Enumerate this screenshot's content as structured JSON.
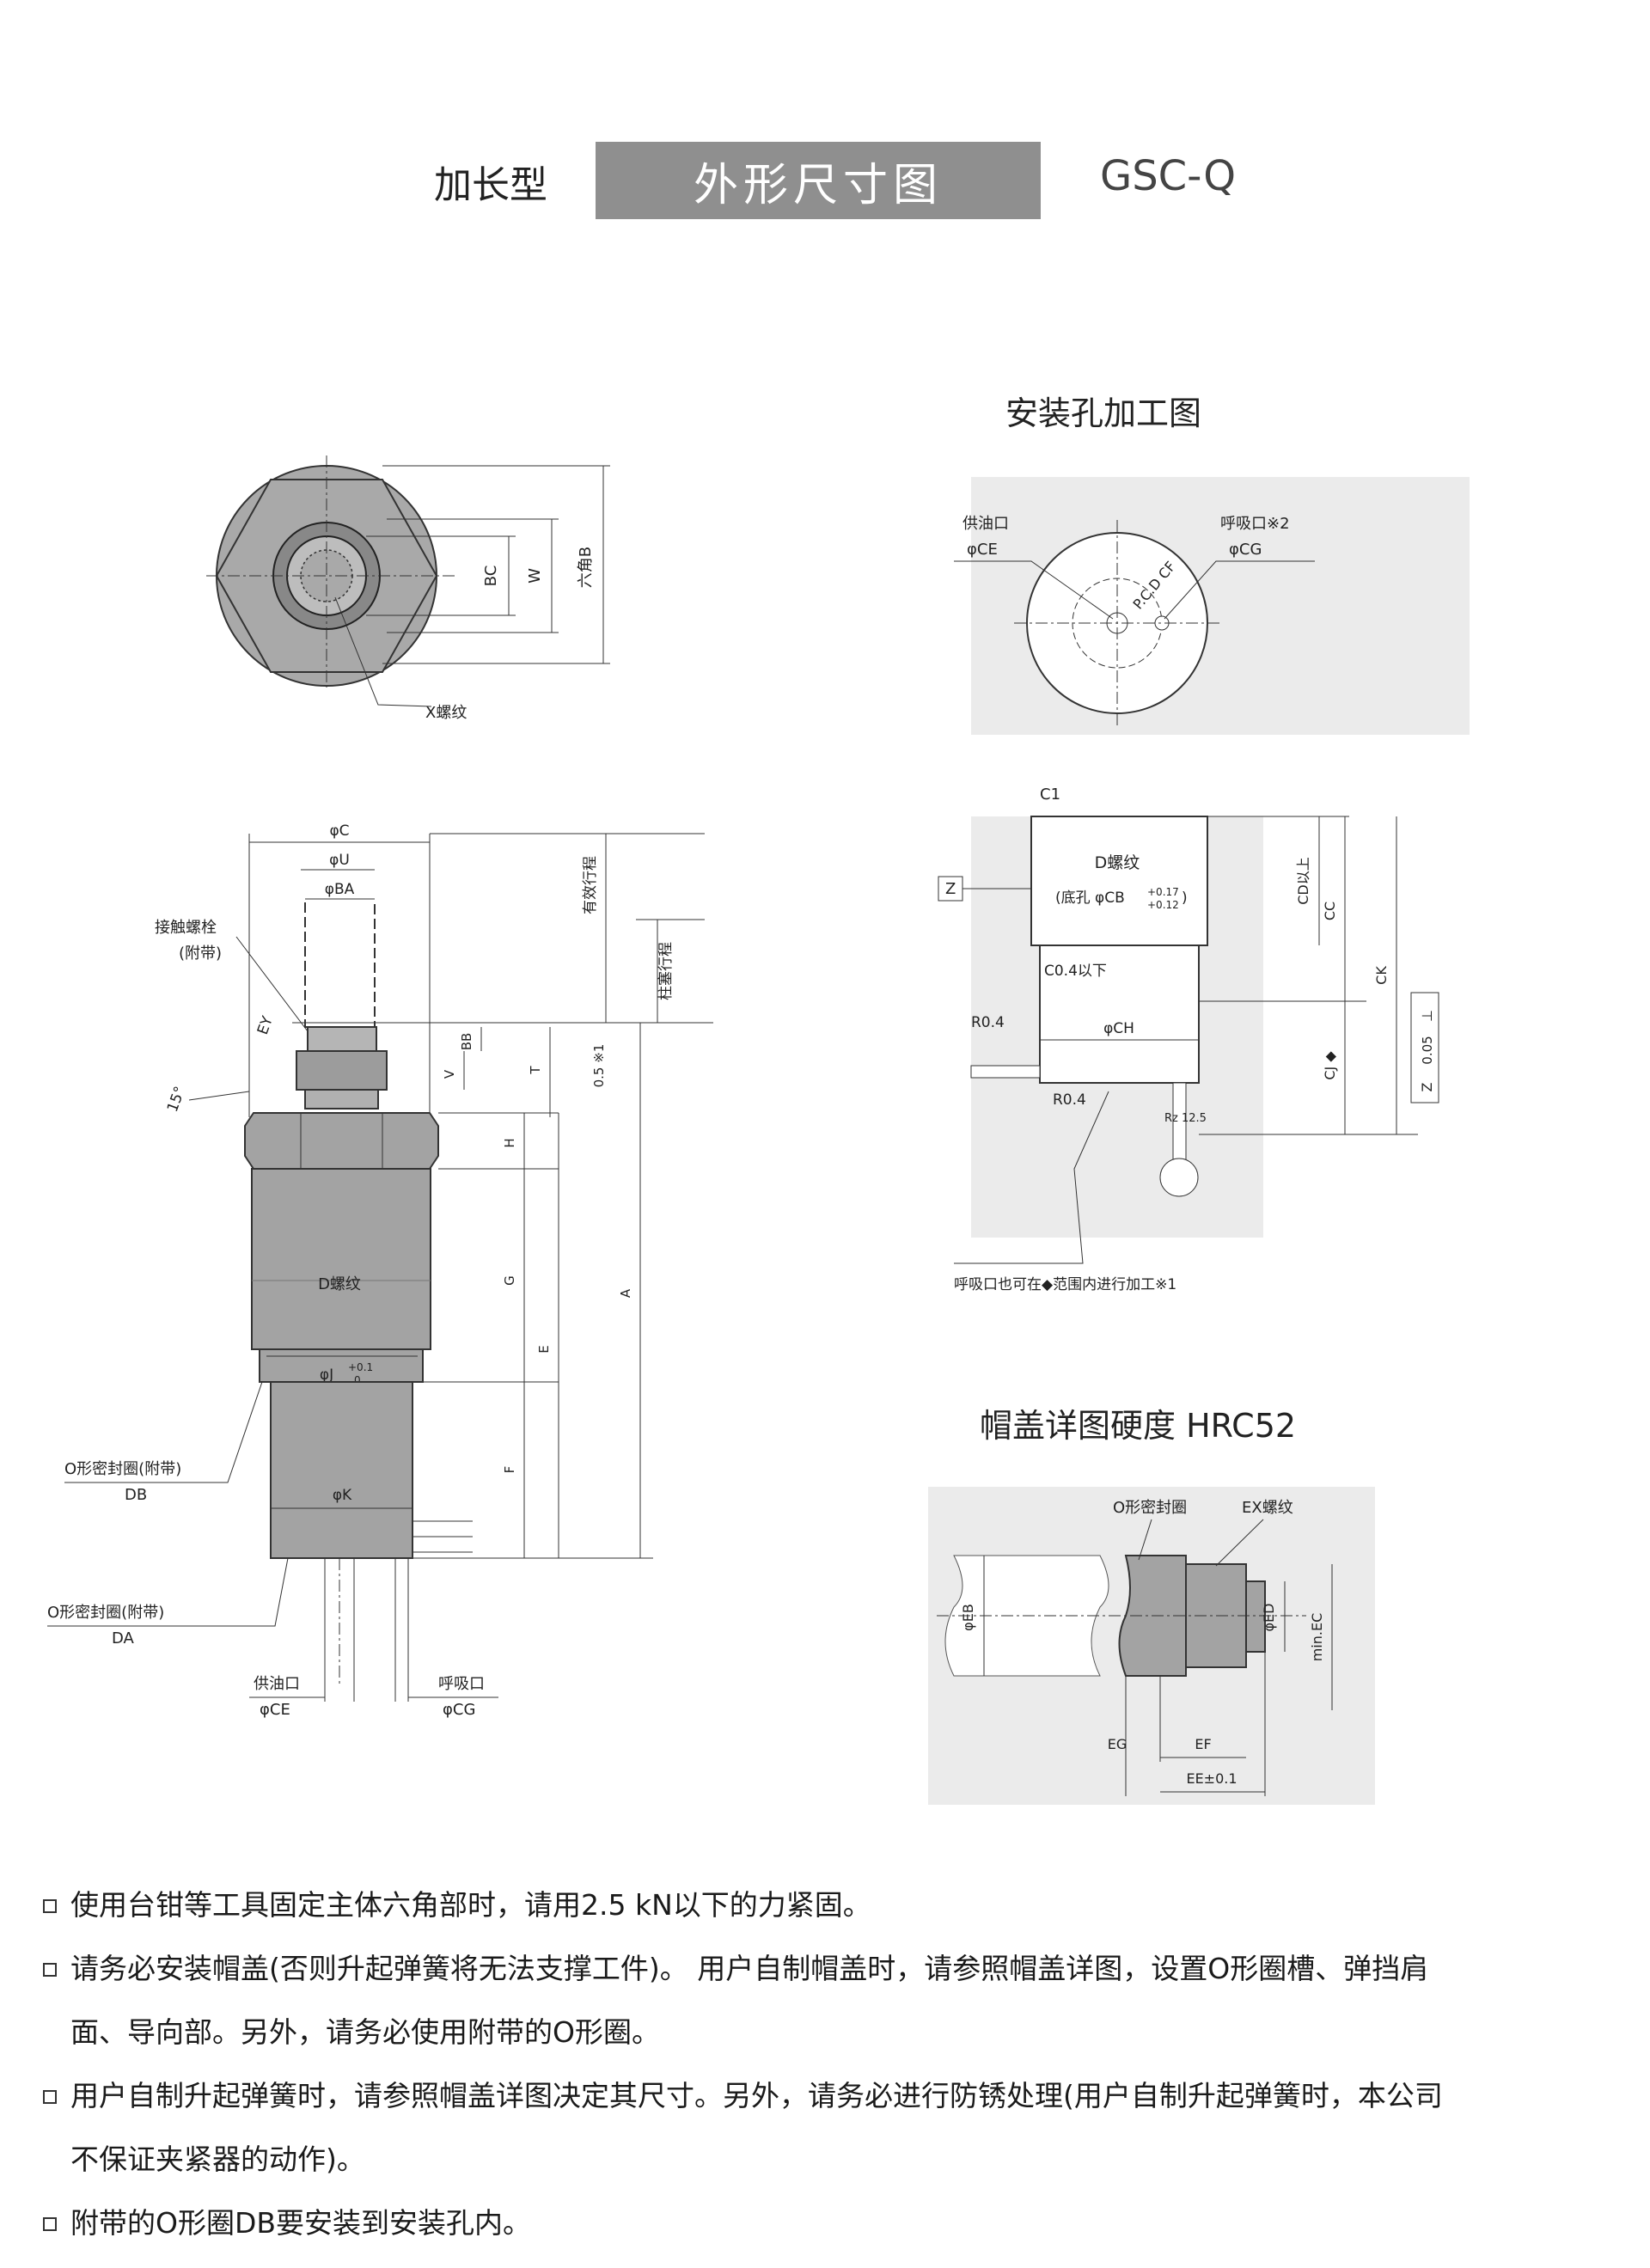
{
  "header": {
    "left_label": "加长型",
    "center_label": "外形尺寸图",
    "right_label": "GSC-Q"
  },
  "sections": {
    "mount_hole_title": "安装孔加工图",
    "cap_detail_title": "帽盖详图硬度 HRC52"
  },
  "top_view": {
    "bc": "BC",
    "w": "W",
    "hex_b": "六角B",
    "x_thread": "X螺纹"
  },
  "side_view": {
    "phi_c": "φC",
    "phi_u": "φU",
    "phi_ba": "φBA",
    "contact_bolt": "接触螺栓",
    "contact_bolt_note": "(附带)",
    "ey": "EY",
    "angle": "15°",
    "stroke_effective": "有效行程",
    "stroke_piston": "柱塞行程",
    "bb": "BB",
    "v": "V",
    "t": "T",
    "half_mm": "0.5 ※1",
    "h": "H",
    "g": "G",
    "e": "E",
    "a": "A",
    "f": "F",
    "d_thread": "D螺纹",
    "phi_j": "φJ",
    "phi_j_tol_upper": "+0.1",
    "phi_j_tol_lower": "0",
    "phi_k": "φK",
    "oring_db_label": "O形密封圈(附带)",
    "oring_db": "DB",
    "oring_da_label": "O形密封圈(附带)",
    "oring_da": "DA",
    "supply_port": "供油口",
    "supply_ce": "φCE",
    "breath_port": "呼吸口",
    "breath_cg": "φCG"
  },
  "mount_top": {
    "supply": "供油口",
    "supply_ce": "φCE",
    "breath": "呼吸口※2",
    "breath_cg": "φCG",
    "pcd": "P.C.D CF"
  },
  "mount_section": {
    "c1": "C1",
    "z": "Z",
    "d_thread": "D螺纹",
    "bottom_hole": "(底孔 φCB",
    "bottom_hole_tol_upper": "+0.17",
    "bottom_hole_tol_lower": "+0.12",
    "bottom_hole_close": ")",
    "c04": "C0.4以下",
    "r04_a": "R0.4",
    "phi_ch": "φCH",
    "r04_b": "R0.4",
    "rz": "Rz 12.5",
    "cd_above": "CD以上",
    "cc": "CC",
    "ck": "CK",
    "cj": "CJ ◆",
    "perp": "⊥",
    "tol": "0.05",
    "z_ref": "Z",
    "breath_note": "呼吸口也可在◆范围内进行加工※1"
  },
  "cap_detail": {
    "oring": "O形密封圈",
    "ex_thread": "EX螺纹",
    "phi_eb": "φEB",
    "phi_ed": "φED",
    "min_ec": "min.EC",
    "eg": "EG",
    "ef": "EF",
    "ee": "EE±0.1"
  },
  "notes": [
    {
      "text": "使用台钳等工具固定主体六角部时，请用2.5 kN以下的力紧固。",
      "cont": ""
    },
    {
      "text": "请务必安装帽盖(否则升起弹簧将无法支撑工件)。 用户自制帽盖时，请参照帽盖详图，设置O形圈槽、弹挡肩",
      "cont": "面、导向部。另外，请务必使用附带的O形圈。"
    },
    {
      "text": "用户自制升起弹簧时，请参照帽盖详图决定其尺寸。另外，请务必进行防锈处理(用户自制升起弹簧时，本公司",
      "cont": "不保证夹紧器的动作)。"
    },
    {
      "text": "附带的O形圈DB要安装到安装孔内。",
      "cont": ""
    }
  ],
  "colors": {
    "header_box": "#8f8f8f",
    "body_fill": "#a3a3a3",
    "panel_fill": "#ebebeb"
  }
}
